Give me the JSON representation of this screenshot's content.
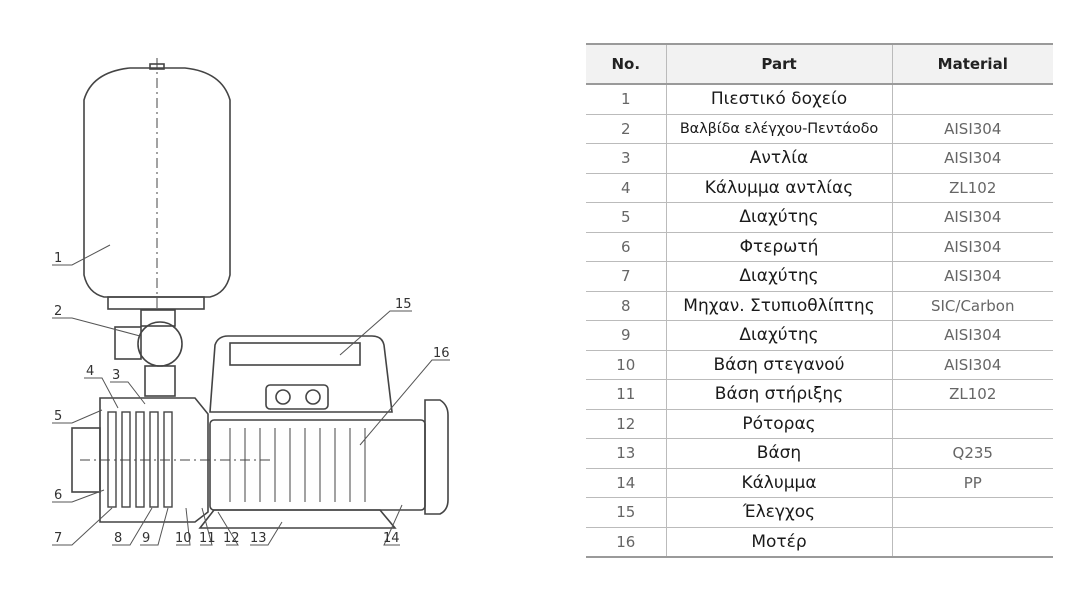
{
  "table": {
    "headers": [
      "No.",
      "Part",
      "Material"
    ],
    "rows": [
      {
        "no": "1",
        "part": "Πιεστικό δοχείο",
        "material": ""
      },
      {
        "no": "2",
        "part": "Βαλβίδα ελέγχου-Πεντάοδο",
        "material": "AISI304"
      },
      {
        "no": "3",
        "part": "Αντλία",
        "material": "AISI304"
      },
      {
        "no": "4",
        "part": "Κάλυμμα αντλίας",
        "material": "ZL102"
      },
      {
        "no": "5",
        "part": "Διαχύτης",
        "material": "AISI304"
      },
      {
        "no": "6",
        "part": "Φτερωτή",
        "material": "AISI304"
      },
      {
        "no": "7",
        "part": "Διαχύτης",
        "material": "AISI304"
      },
      {
        "no": "8",
        "part": "Μηχαν. Στυπιοθλίπτης",
        "material": "SIC/Carbon"
      },
      {
        "no": "9",
        "part": "Διαχύτης",
        "material": "AISI304"
      },
      {
        "no": "10",
        "part": "Βάση στεγανού",
        "material": "AISI304"
      },
      {
        "no": "11",
        "part": "Βάση στήριξης",
        "material": "ZL102"
      },
      {
        "no": "12",
        "part": "Ρότορας",
        "material": ""
      },
      {
        "no": "13",
        "part": "Βάση",
        "material": "Q235"
      },
      {
        "no": "14",
        "part": "Κάλυμμα",
        "material": "PP"
      },
      {
        "no": "15",
        "part": "Έλεγχος",
        "material": ""
      },
      {
        "no": "16",
        "part": "Μοτέρ",
        "material": ""
      }
    ]
  },
  "diagram": {
    "callouts": [
      "1",
      "2",
      "3",
      "4",
      "5",
      "6",
      "7",
      "8",
      "9",
      "10",
      "11",
      "12",
      "13",
      "14",
      "15",
      "16"
    ]
  }
}
